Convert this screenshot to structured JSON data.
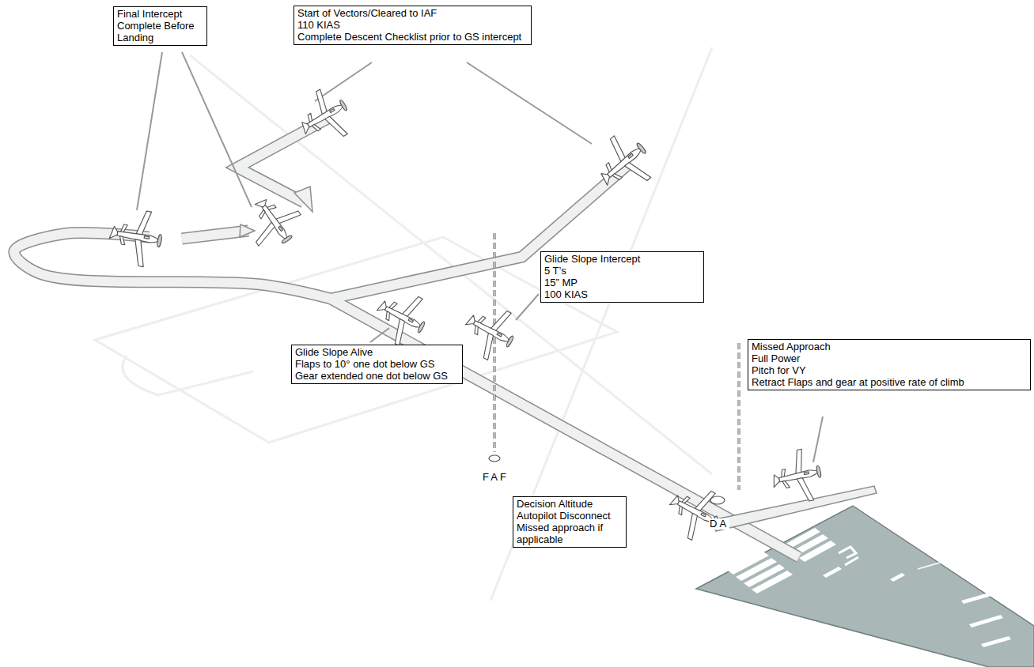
{
  "diagram": {
    "nodes": [
      {
        "text": [
          "Final Intercept",
          "Complete Before Landing"
        ]
      },
      {
        "text": [
          "Start of Vectors/Cleared to IAF",
          "110 KIAS",
          "Complete Descent Checklist prior to GS intercept"
        ]
      },
      {
        "text": [
          "Glide Slope Intercept",
          "5 T’s",
          "15” MP",
          "100 KIAS"
        ]
      },
      {
        "text": [
          "Glide Slope Alive",
          "Flaps to 10° one dot below GS",
          "Gear extended one dot below GS"
        ]
      },
      {
        "text": [
          "Missed Approach",
          "Full Power",
          "Pitch for VY",
          "Retract Flaps and gear at positive rate of climb"
        ]
      },
      {
        "text": [
          "Decision Altitude",
          "Autopilot Disconnect",
          "Missed approach if applicable"
        ]
      }
    ],
    "labels": [
      "FAF",
      "DA"
    ]
  }
}
